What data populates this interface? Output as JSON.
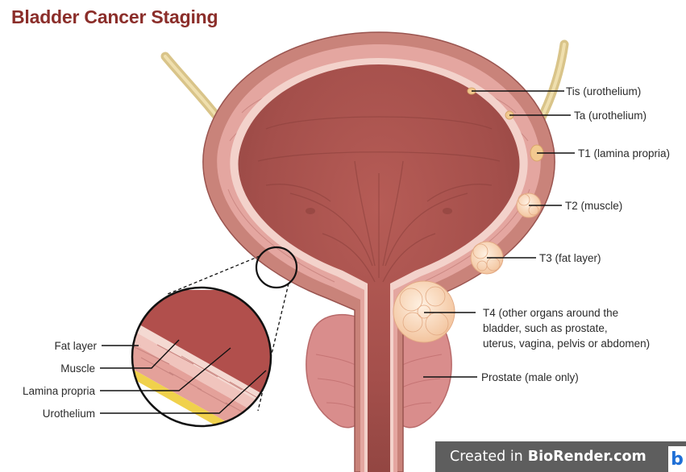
{
  "title": "Bladder Cancer Staging",
  "stages": [
    {
      "label": "Tis (urothelium)"
    },
    {
      "label": "Ta (urothelium)"
    },
    {
      "label": "T1 (lamina propria)"
    },
    {
      "label": "T2 (muscle)"
    },
    {
      "label": "T3 (fat layer)"
    },
    {
      "label_lines": [
        "T4 (other organs around the",
        "bladder, such as prostate,",
        "uterus, vagina, pelvis or abdomen)"
      ]
    },
    {
      "label": "Prostate (male only)"
    }
  ],
  "layers": [
    {
      "label": "Fat layer"
    },
    {
      "label": "Muscle"
    },
    {
      "label": "Lamina propria"
    },
    {
      "label": "Urothelium"
    }
  ],
  "credit": {
    "prefix": "Created in",
    "brand": "BioRender.com",
    "logo": "b"
  }
}
